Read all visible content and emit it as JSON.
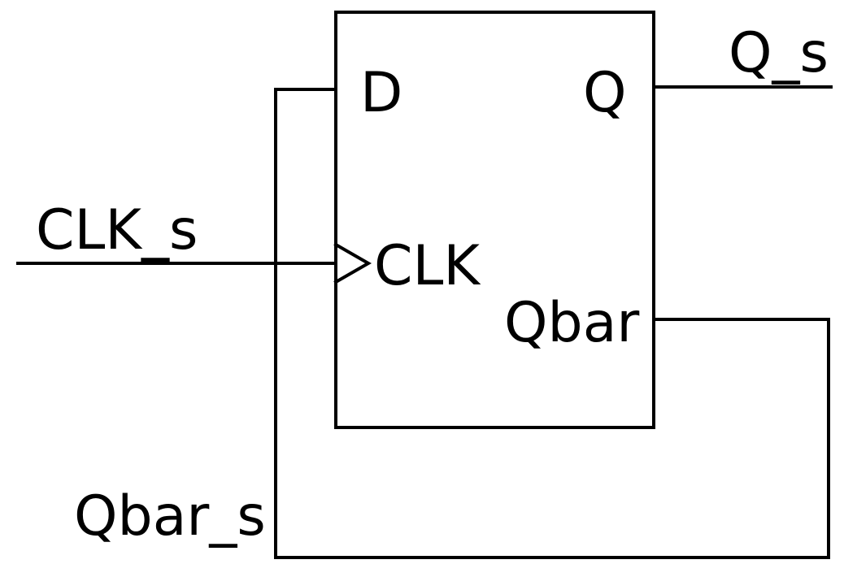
{
  "flipflop": {
    "pins": {
      "d": "D",
      "q": "Q",
      "clk": "CLK",
      "qbar": "Qbar"
    }
  },
  "signals": {
    "q_out": "Q_s",
    "clk_in": "CLK_s",
    "qbar_feedback": "Qbar_s"
  },
  "colors": {
    "stroke": "#000000",
    "background": "#ffffff"
  }
}
